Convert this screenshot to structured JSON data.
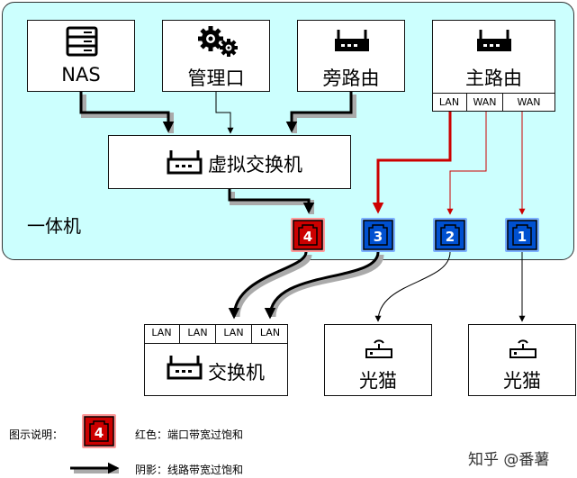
{
  "enclosure": {
    "label": "一体机"
  },
  "devices": {
    "nas": {
      "label": "NAS",
      "icon": "server-icon"
    },
    "mgmt": {
      "label": "管理口",
      "icon": "gears-icon"
    },
    "bypass_router": {
      "label": "旁路由",
      "icon": "router-icon"
    },
    "main_router": {
      "label": "主路由",
      "icon": "router-icon",
      "ports": [
        "LAN",
        "WAN",
        "WAN"
      ]
    },
    "vswitch": {
      "label": "虚拟交换机",
      "icon": "router-icon"
    },
    "switch": {
      "label": "交换机",
      "icon": "router-icon",
      "ports": [
        "LAN",
        "LAN",
        "LAN",
        "LAN"
      ]
    },
    "modem1": {
      "label": "光猫",
      "icon": "modem-icon"
    },
    "modem2": {
      "label": "光猫",
      "icon": "modem-icon"
    }
  },
  "ports": [
    {
      "number": "4",
      "status": "saturated",
      "color": "#cc0000"
    },
    {
      "number": "3",
      "status": "normal",
      "color": "#0050d0"
    },
    {
      "number": "2",
      "status": "normal",
      "color": "#0050d0"
    },
    {
      "number": "1",
      "status": "normal",
      "color": "#0050d0"
    }
  ],
  "legend": {
    "title": "图示说明：",
    "port_number": "4",
    "red_text": "红色：端口带宽过饱和",
    "shadow_text": "阴影：线路带宽过饱和"
  },
  "watermark": "知乎 @番薯",
  "colors": {
    "enclosure_fill": "#ccfffe",
    "red": "#cc0000",
    "blue": "#0050d0"
  }
}
